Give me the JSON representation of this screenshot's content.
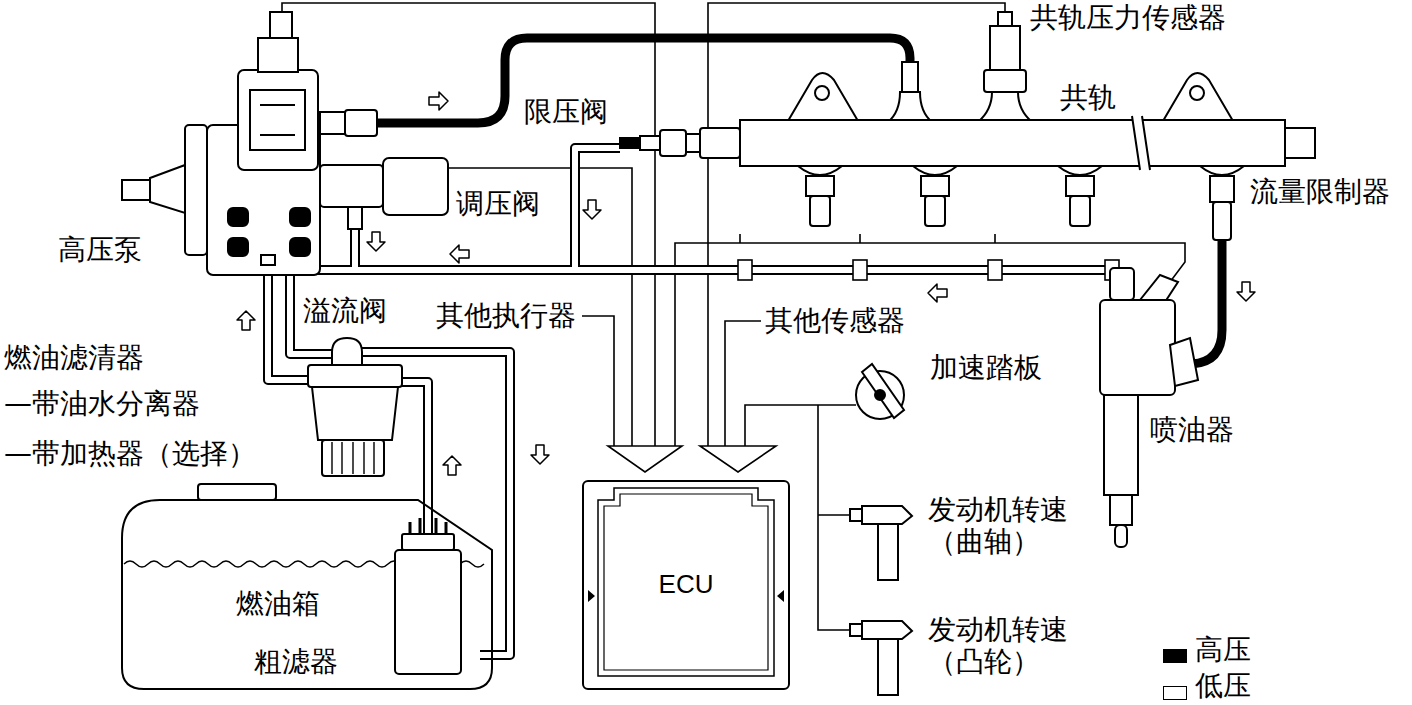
{
  "diagram": {
    "nodes": [
      {
        "text": [
          "燃油箱",
          "粗滤器"
        ]
      },
      {
        "text": [
          "ECU"
        ]
      }
    ],
    "labels": [
      "共轨压力传感器",
      "限压阀",
      "共轨",
      "高压泵",
      "调压阀",
      "流量限制器",
      "溢流阀",
      "其他执行器",
      "其他传感器",
      "燃油滤清器",
      "—带油水分离器",
      "—带加热器（选择）",
      "加速踏板",
      "喷油器",
      "发动机转速 （曲轴）",
      "发动机转速 （凸轮）"
    ],
    "legend": [
      {
        "text": "高压",
        "color": "#000000"
      },
      {
        "text": "低压",
        "color": "#ffffff"
      }
    ]
  }
}
